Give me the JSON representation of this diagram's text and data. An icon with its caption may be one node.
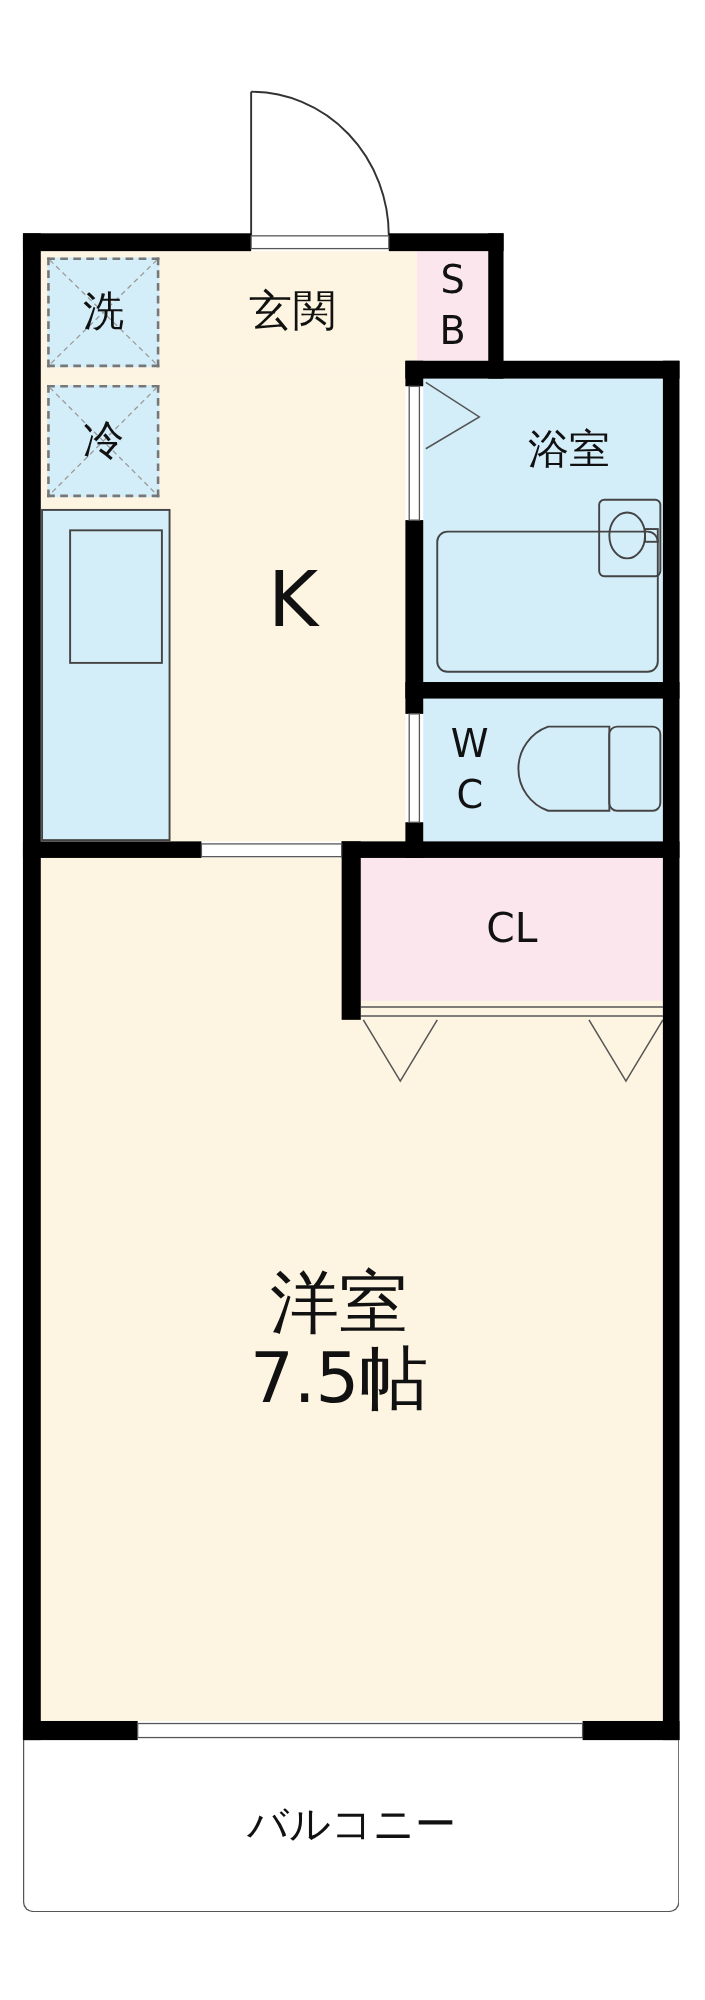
{
  "diagram": {
    "nodes": [
      {
        "text": [
          "玄関"
        ]
      },
      {
        "text": [
          "洗"
        ],
        "in": 0
      },
      {
        "text": [
          "SB"
        ]
      },
      {
        "text": [
          "冷"
        ],
        "in": 4
      },
      {
        "text": [
          "K"
        ]
      },
      {
        "text": [
          "浴室"
        ]
      },
      {
        "text": [
          "WC"
        ]
      },
      {
        "text": [
          "CL"
        ],
        "in": 8
      },
      {
        "text": [
          "洋室",
          "7.5帖"
        ]
      },
      {
        "text": [
          "バルコニー"
        ]
      }
    ]
  }
}
